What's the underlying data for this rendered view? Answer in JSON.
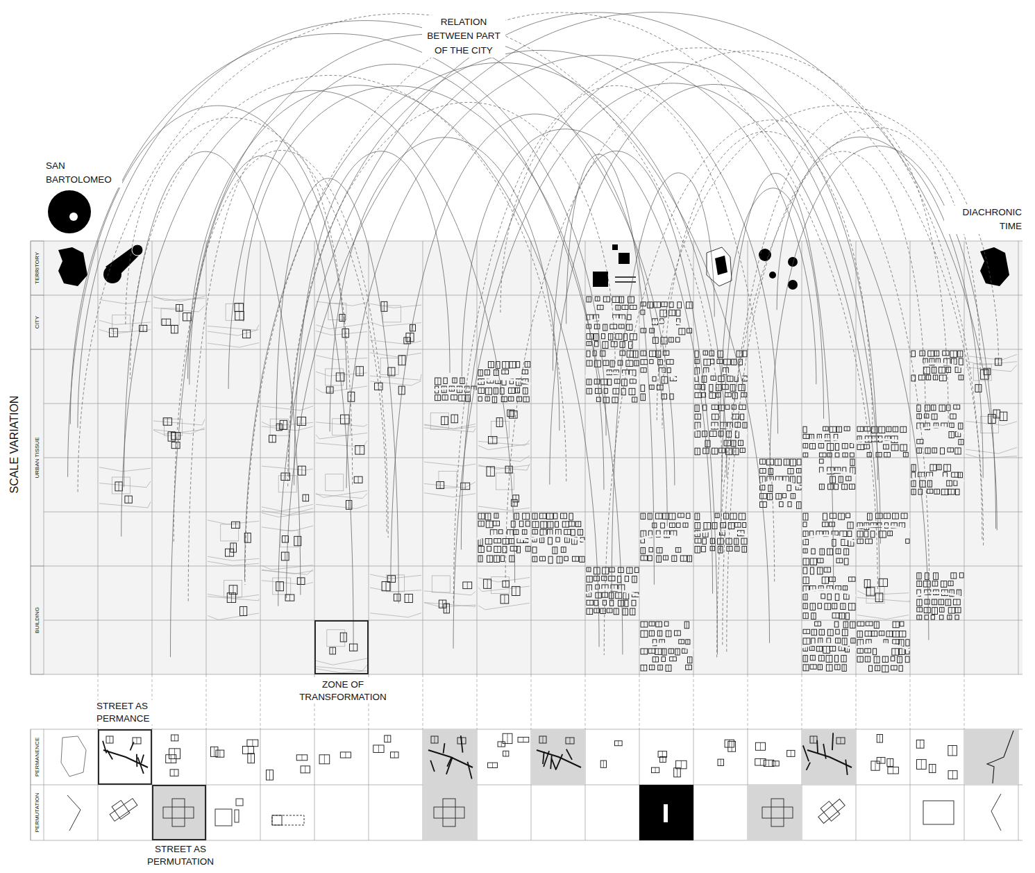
{
  "diagram": {
    "nodes": [
      {
        "text": [
          "ZONE OF TRANSFORMATION"
        ]
      },
      {
        "text": [
          "STREET AS PERMANCE"
        ]
      },
      {
        "text": [
          "STREET AS PERMUTATION"
        ]
      }
    ],
    "labels": [
      "RELATION BETWEEN PART OF THE CITY",
      "SAN BARTOLOMEO",
      "DIACHRONIC TIME",
      "SCALE VARIATION",
      "TERRITORY",
      "CITY",
      "URBAN TISSUE",
      "BUILDING",
      "PERMANENCE",
      "PERMUTATION"
    ]
  }
}
